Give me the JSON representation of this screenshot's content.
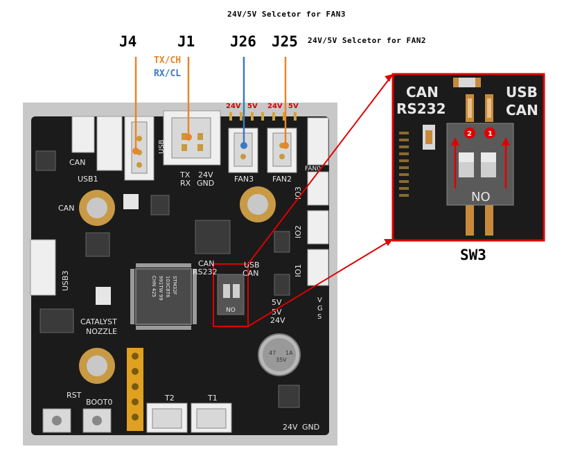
{
  "top_notes": {
    "fan3_note": "24V/5V Selcetor for FAN3",
    "fan2_note": "24V/5V Selcetor for FAN2"
  },
  "connectors": {
    "j4": "J4",
    "j1": "J1",
    "j26": "J26",
    "j25": "J25"
  },
  "j1_pins": {
    "tx": "TX/CH",
    "rx": "RX/CL"
  },
  "voltage_marks": [
    "24V",
    "5V",
    "24V",
    "5V"
  ],
  "board_silk": {
    "can1": "CAN",
    "usb1": "USB1",
    "can2": "CAN",
    "usb": "USB",
    "tx": "TX",
    "rx": "RX",
    "v24": "24V",
    "gnd": "GND",
    "fan3": "FAN3",
    "fan2": "FAN2",
    "fan0": "FAN0",
    "io3": "IO3",
    "io2": "IO2",
    "io1": "IO1",
    "usb3": "USB3",
    "can_sw": "CAN",
    "rs232_sw": "RS232",
    "usb_sw": "USB",
    "can_sw2": "CAN",
    "no": "NO",
    "v5": "5V",
    "v5b": "5V",
    "v24b": "24V",
    "vgs_v": "V",
    "vgs_g": "G",
    "vgs_s": "S",
    "catalyst": "CATALYST",
    "nozzle": "NOZZLE",
    "rst": "RST",
    "boot0": "BOOT0",
    "t2": "T2",
    "t1": "T1",
    "bottom_24v": "24V",
    "bottom_gnd": "GND",
    "chip_line1": "STM32F",
    "chip_line2": "103C8T6",
    "chip_line3": "991TW 99",
    "chip_line4": "CHN 425",
    "cap_1": "47",
    "cap_2": "35V",
    "cap_3": "1A"
  },
  "zoom": {
    "can": "CAN",
    "rs232": "RS232",
    "usb": "USB",
    "can2": "CAN",
    "switch_num_2": "2",
    "switch_num_1": "1",
    "no": "NO"
  },
  "sw3_label": "SW3",
  "colors": {
    "orange": "#e8852a",
    "blue": "#3b78c4",
    "red": "#e00000",
    "board": "#1b1b1b",
    "panel": "#c8c8c8"
  }
}
